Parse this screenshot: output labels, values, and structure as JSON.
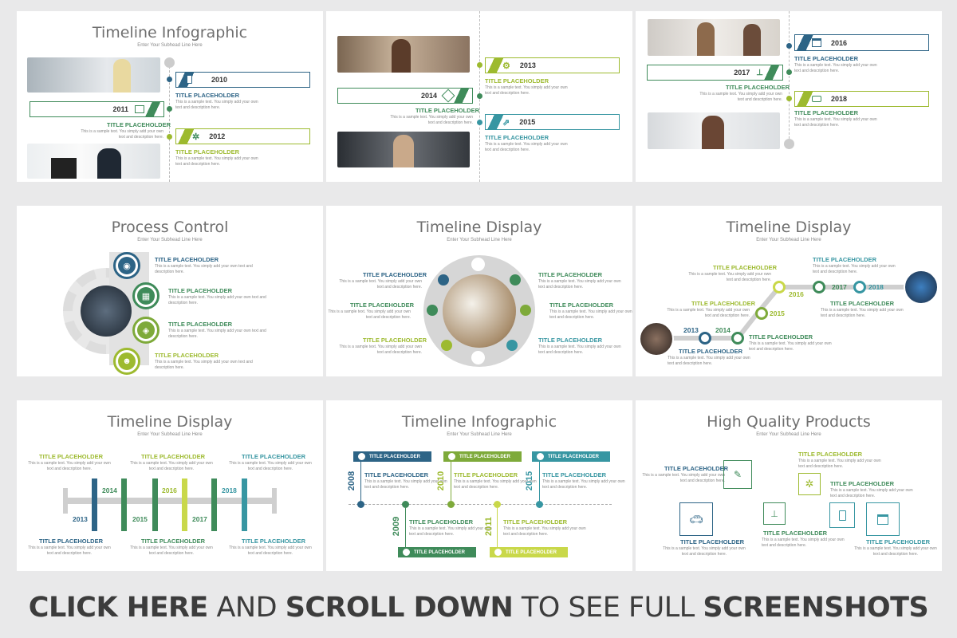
{
  "labels": {
    "title_placeholder": "TITLE PLACEHOLDER",
    "sample_text": "This is a sample text. You simply add your own text and description here.",
    "subhead": "Enter Your Subhead Line Here"
  },
  "slides": {
    "s1": {
      "title": "Timeline Infographic",
      "years": [
        "2010",
        "2011",
        "2012"
      ]
    },
    "s2": {
      "years": [
        "2013",
        "2014",
        "2015"
      ]
    },
    "s3": {
      "years": [
        "2016",
        "2017",
        "2018"
      ]
    },
    "s4": {
      "title": "Process Control"
    },
    "s5": {
      "title": "Timeline Display"
    },
    "s6": {
      "title": "Timeline Display",
      "years": [
        "2013",
        "2014",
        "2015",
        "2016",
        "2017",
        "2018"
      ]
    },
    "s7": {
      "title": "Timeline Display",
      "years": [
        "2013",
        "2014",
        "2015",
        "2016",
        "2017",
        "2018"
      ]
    },
    "s8": {
      "title": "Timeline Infographic",
      "years": [
        "2008",
        "2009",
        "2010",
        "2011",
        "2015"
      ]
    },
    "s9": {
      "title": "High Quality Products"
    }
  },
  "footer": {
    "p1": "CLICK HERE",
    "p2": " AND ",
    "p3": "SCROLL DOWN",
    "p4": " TO SEE FULL ",
    "p5": "SCREENSHOTS"
  },
  "colors": {
    "blue": "#2d6486",
    "green": "#3f8b5a",
    "lime": "#9dba2f",
    "teal": "#3796a2",
    "gray": "#c8c8c8"
  },
  "icons": [
    "tablet-icon",
    "edit-icon",
    "pinwheel-icon",
    "gear-icon",
    "network-icon",
    "export-icon",
    "calendar-icon",
    "sitemap-icon",
    "bus-icon",
    "camera-icon",
    "grid-icon",
    "cube-icon",
    "users-icon",
    "car-icon"
  ]
}
